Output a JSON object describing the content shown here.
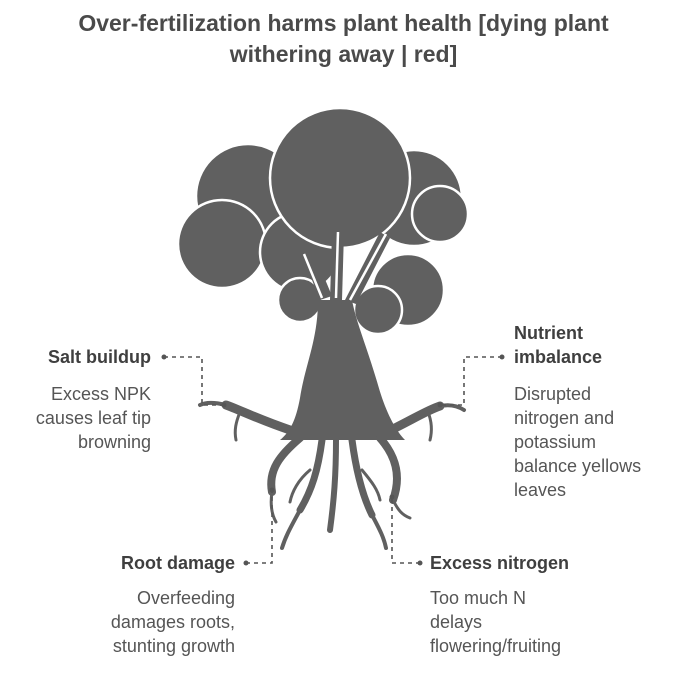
{
  "title": {
    "line1": "Over-fertilization harms plant health [dying plant",
    "line2": "withering away | red]"
  },
  "colors": {
    "tree": "#606060",
    "text_heading": "#3f3f3f",
    "text_body": "#555555",
    "connector": "#555555"
  },
  "items": {
    "salt_buildup": {
      "label": "Salt buildup",
      "desc": [
        "Excess NPK",
        "causes leaf tip",
        "browning"
      ]
    },
    "nutrient_imbalance": {
      "label": [
        "Nutrient",
        "imbalance"
      ],
      "desc": [
        "Disrupted",
        "nitrogen and",
        "potassium",
        "balance yellows",
        "leaves"
      ]
    },
    "root_damage": {
      "label": "Root damage",
      "desc": [
        "Overfeeding",
        "damages roots,",
        "stunting growth"
      ]
    },
    "excess_nitrogen": {
      "label": "Excess nitrogen",
      "desc": [
        "Too much N",
        "delays",
        "flowering/fruiting"
      ]
    }
  }
}
